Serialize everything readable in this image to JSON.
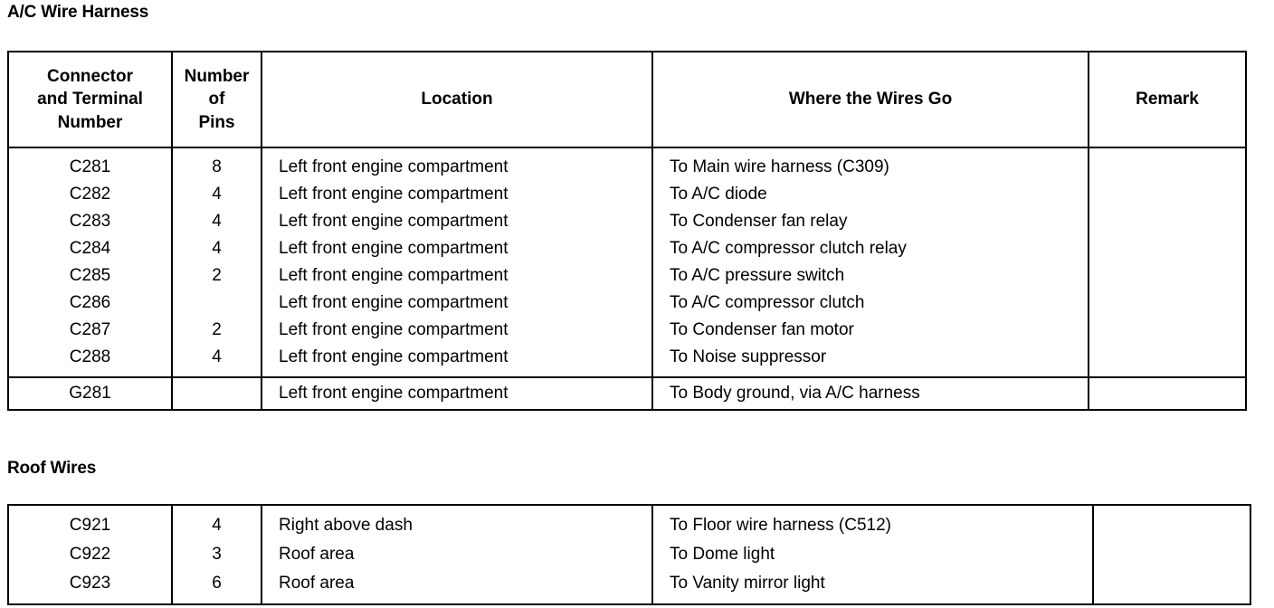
{
  "document": {
    "sections": [
      {
        "id": "ac-wire-harness",
        "title": "A/C Wire Harness",
        "columns": [
          "Connector and Terminal Number",
          "Number of Pins",
          "Location",
          "Where the Wires Go",
          "Remark"
        ],
        "column_header_lines": {
          "col1": [
            "Connector",
            "and Terminal",
            "Number"
          ],
          "col2": [
            "Number",
            "of",
            "Pins"
          ],
          "col3": [
            "Location"
          ],
          "col4": [
            "Where the Wires Go"
          ],
          "col5": [
            "Remark"
          ]
        },
        "rows": [
          {
            "connector": "C281",
            "pins": "8",
            "location": "Left front engine compartment",
            "destination": "To Main wire harness (C309)",
            "remark": ""
          },
          {
            "connector": "C282",
            "pins": "4",
            "location": "Left front engine compartment",
            "destination": "To A/C diode",
            "remark": ""
          },
          {
            "connector": "C283",
            "pins": "4",
            "location": "Left front engine compartment",
            "destination": "To Condenser fan relay",
            "remark": ""
          },
          {
            "connector": "C284",
            "pins": "4",
            "location": "Left front engine compartment",
            "destination": "To A/C compressor clutch relay",
            "remark": ""
          },
          {
            "connector": "C285",
            "pins": "2",
            "location": "Left front engine compartment",
            "destination": "To A/C pressure switch",
            "remark": ""
          },
          {
            "connector": "C286",
            "pins": "",
            "location": "Left front engine compartment",
            "destination": "To A/C compressor clutch",
            "remark": ""
          },
          {
            "connector": "C287",
            "pins": "2",
            "location": "Left front engine compartment",
            "destination": "To Condenser fan motor",
            "remark": ""
          },
          {
            "connector": "C288",
            "pins": "4",
            "location": "Left front engine compartment",
            "destination": "To Noise suppressor",
            "remark": ""
          }
        ],
        "ground_rows": [
          {
            "connector": "G281",
            "pins": "",
            "location": "Left front engine compartment",
            "destination": "To Body ground, via A/C harness",
            "remark": ""
          }
        ]
      },
      {
        "id": "roof-wires",
        "title": "Roof Wires",
        "columns": [
          "Connector and Terminal Number",
          "Number of Pins",
          "Location",
          "Where the Wires Go",
          "Remark"
        ],
        "rows": [
          {
            "connector": "C921",
            "pins": "4",
            "location": "Right above dash",
            "destination": "To Floor wire harness (C512)",
            "remark": ""
          },
          {
            "connector": "C922",
            "pins": "3",
            "location": "Roof area",
            "destination": "To Dome light",
            "remark": ""
          },
          {
            "connector": "C923",
            "pins": "6",
            "location": "Roof area",
            "destination": "To Vanity mirror light",
            "remark": ""
          }
        ]
      }
    ]
  },
  "colors": {
    "ink": "#000000",
    "paper": "#ffffff"
  }
}
